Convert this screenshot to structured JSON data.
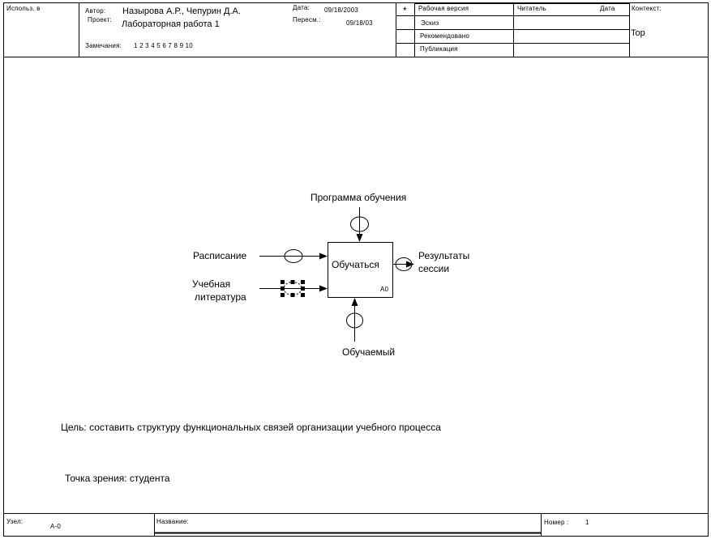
{
  "header": {
    "used_at_label": "Использ. в",
    "author_label": "Автор:",
    "author_value": "Назырова А.Р., Чепурин Д.А.",
    "project_label": "Проект:",
    "project_value": "Лабораторная работа 1",
    "date_label": "Дата:",
    "date_value": "09/18/2003",
    "rev_label": "Пересм.:",
    "rev_value": "09/18/03",
    "notes_label": "Замечания:",
    "notes_numbers": "1  2  3  4  5  6  7  8  9  10",
    "status_marker": "*",
    "status": [
      "Рабочая версия",
      "Эскиз",
      "Рекомендовано",
      "Публикация"
    ],
    "reader_label": "Читатель",
    "reader_date_label": "Дата",
    "context_label": "Контекст:",
    "context_value": "Top"
  },
  "diagram": {
    "activity_label": "Обучаться",
    "activity_node": "A0",
    "control_label": "Программа обучения",
    "input_1_label": "Расписание",
    "input_2_label_line1": "Учебная",
    "input_2_label_line2": "литература",
    "output_label_line1": "Результаты",
    "output_label_line2": "сессии",
    "mechanism_label": "Обучаемый"
  },
  "notes": {
    "purpose": "Цель: составить структуру функциональных связей организации учебного процесса",
    "viewpoint": "Точка зрения: студента"
  },
  "footer": {
    "node_label": "Узел:",
    "node_value": "A-0",
    "title_label": "Название:",
    "number_label": "Номер :",
    "number_value": "1"
  }
}
